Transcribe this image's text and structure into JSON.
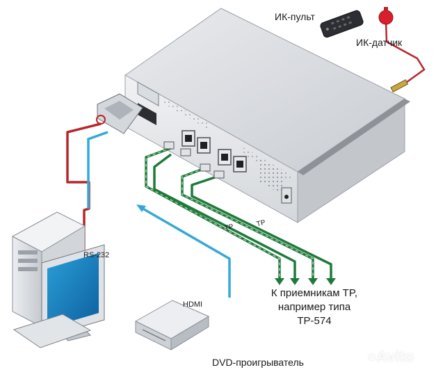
{
  "labels": {
    "ir_remote": "ИК-пульт",
    "ir_sensor": "ИК-датчик",
    "rs232": "RS-232",
    "hdmi": "HDMI",
    "dvd_player": "DVD-проигрыватель",
    "tp_receivers": [
      "К приемникам TP,",
      "например типа",
      "TP-574"
    ],
    "tp_cable_1": "TP",
    "tp_cable_2": "TP"
  },
  "watermark": {
    "text": "Avito",
    "logo_icon": "avito-logo-icon"
  },
  "colors": {
    "rs232_cable": "#b8252c",
    "hdmi_cable": "#35a8d8",
    "tp_cable": "#1f7a3a",
    "sensor_bulb": "#d8202a"
  }
}
